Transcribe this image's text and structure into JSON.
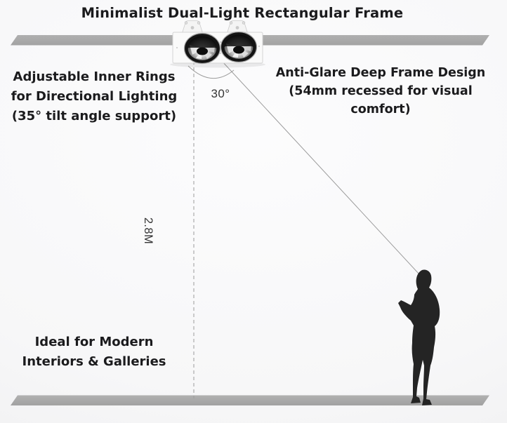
{
  "title": "Minimalist Dual-Light Rectangular Frame",
  "features": {
    "left": {
      "lines": [
        "Adjustable Inner Rings",
        "for Directional Lighting",
        "(35° tilt angle support)"
      ]
    },
    "right": {
      "lines": [
        "Anti-Glare Deep Frame Design",
        "(54mm recessed for visual comfort)"
      ]
    },
    "bottom": {
      "lines": [
        "Ideal for Modern",
        "Interiors & Galleries"
      ]
    }
  },
  "measurements": {
    "beam_angle": "30°",
    "ceiling_height": "2.8M"
  },
  "scene_elements": {
    "ceiling": "ceiling-bar",
    "floor": "floor-bar",
    "fixture": "dual-downlight-fixture",
    "height_line": "height-reference-line",
    "beam_line": "beam-direction-line",
    "angle_arc": "beam-angle-arc",
    "person": "person-silhouette"
  },
  "colors": {
    "background": "#f7f7f8",
    "structure_gray": "#a9a9a9",
    "line_gray": "#9b9b9b",
    "text": "#1b1b1d",
    "measure_text": "#353535",
    "silhouette": "#242424",
    "fixture_trim": "#fafafa"
  }
}
